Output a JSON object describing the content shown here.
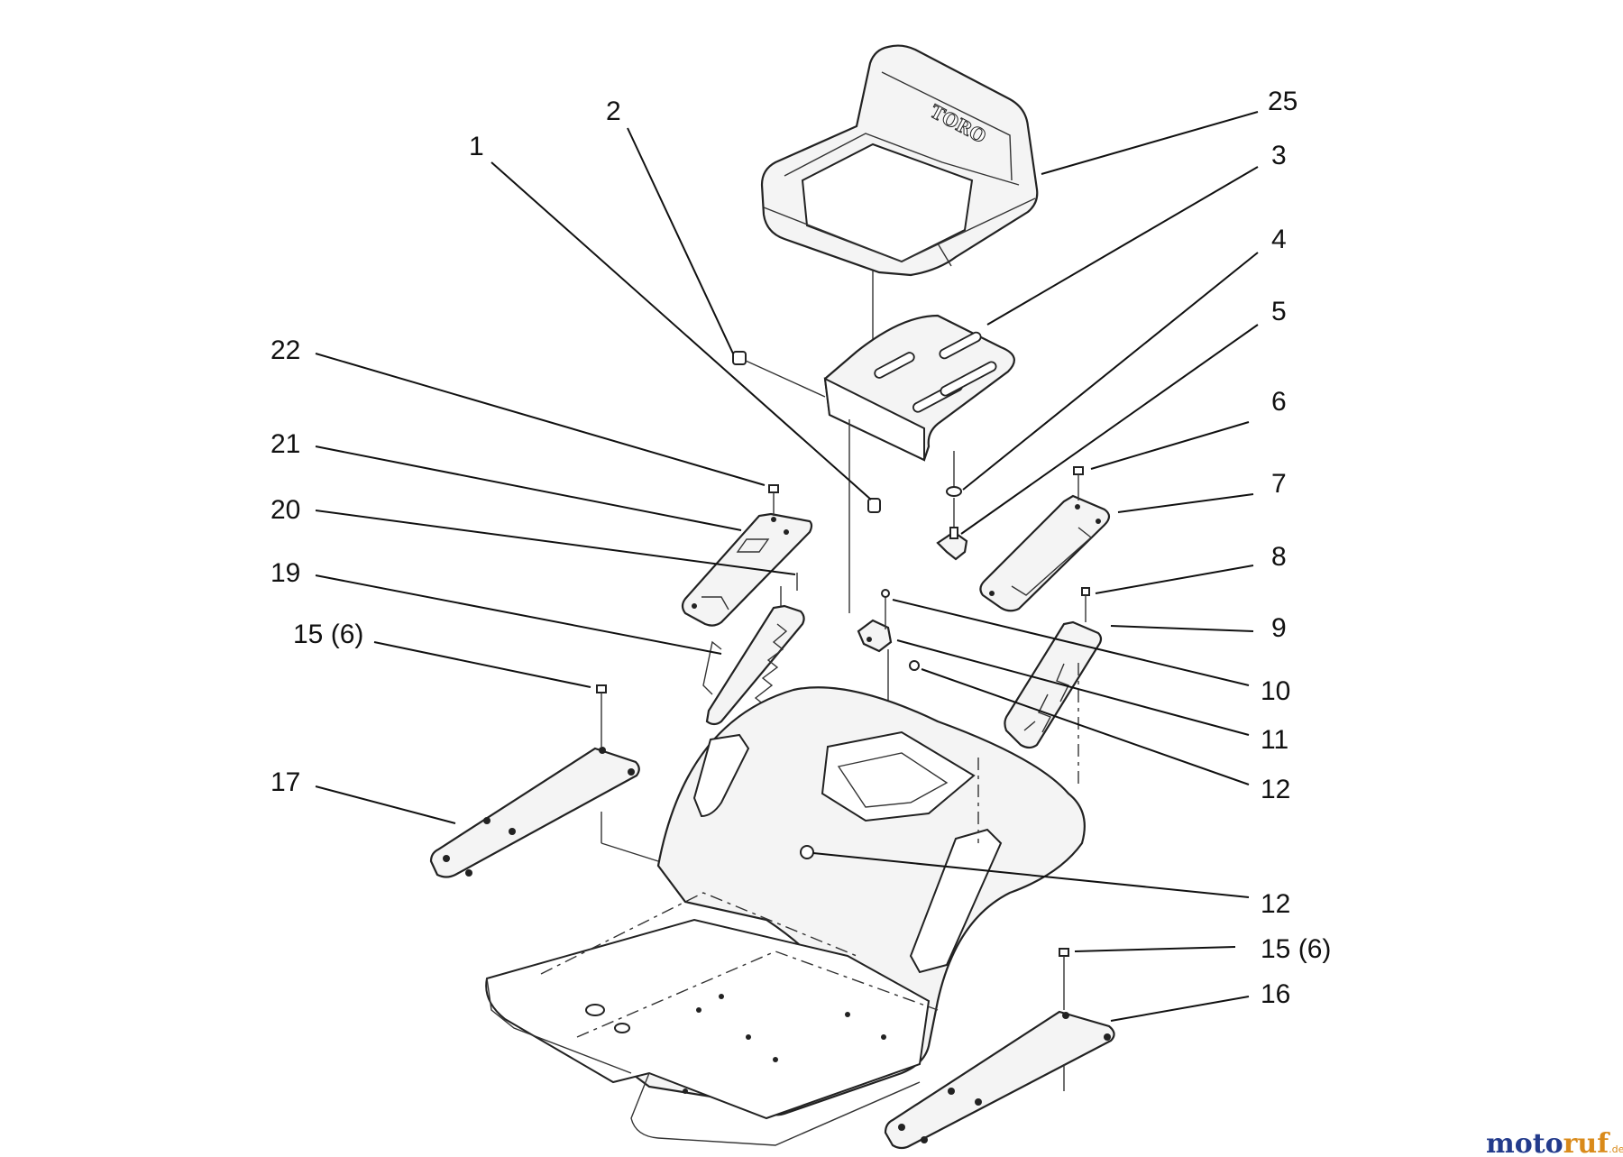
{
  "callouts": [
    {
      "id": "25",
      "text": "25"
    },
    {
      "id": "2",
      "text": "2"
    },
    {
      "id": "1",
      "text": "1"
    },
    {
      "id": "3",
      "text": "3"
    },
    {
      "id": "4",
      "text": "4"
    },
    {
      "id": "5",
      "text": "5"
    },
    {
      "id": "22",
      "text": "22"
    },
    {
      "id": "6",
      "text": "6"
    },
    {
      "id": "21",
      "text": "21"
    },
    {
      "id": "7",
      "text": "7"
    },
    {
      "id": "20",
      "text": "20"
    },
    {
      "id": "8",
      "text": "8"
    },
    {
      "id": "19",
      "text": "19"
    },
    {
      "id": "9",
      "text": "9"
    },
    {
      "id": "15a",
      "text": "15 (6)"
    },
    {
      "id": "10",
      "text": "10"
    },
    {
      "id": "11",
      "text": "11"
    },
    {
      "id": "12a",
      "text": "12"
    },
    {
      "id": "17",
      "text": "17"
    },
    {
      "id": "12b",
      "text": "12"
    },
    {
      "id": "15b",
      "text": "15 (6)"
    },
    {
      "id": "16",
      "text": "16"
    }
  ],
  "seat_brand": "TORO",
  "watermark": {
    "part1": "moto",
    "part2": "ruf",
    "suffix": ".de"
  }
}
